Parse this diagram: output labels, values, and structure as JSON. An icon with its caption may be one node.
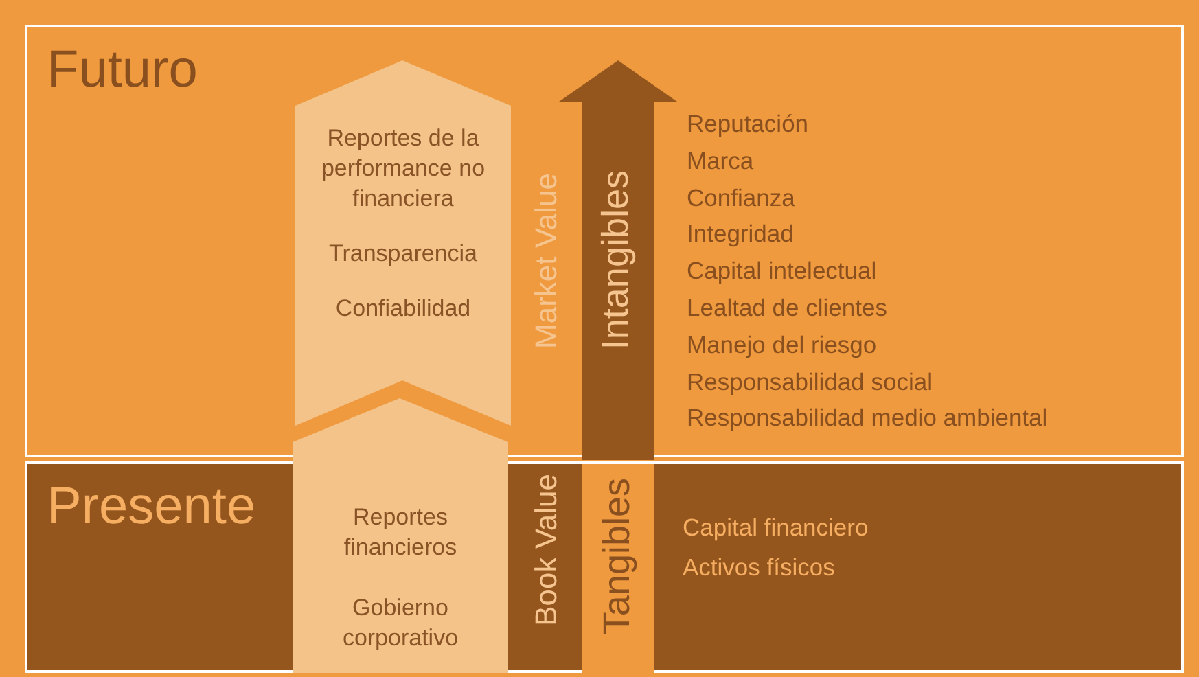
{
  "diagram": {
    "nodes": [
      {
        "text": [
          "Futuro"
        ]
      },
      {
        "text": [
          "Reportes de la performance no financiera",
          "Transparencia",
          "Confiabilidad"
        ],
        "in": 0
      },
      {
        "text": [
          "Intangibles"
        ],
        "in": 0
      },
      {
        "text": [
          "Presente"
        ]
      },
      {
        "text": [
          "Reportes financieros",
          "Gobierno corporativo"
        ]
      },
      {
        "text": [
          "Tangibles"
        ],
        "in": 3
      }
    ],
    "edges": [],
    "labels": [
      "Market Value",
      "Reputación",
      "Marca",
      "Confianza",
      "Integridad",
      "Capital intelectual",
      "Lealtad de clientes",
      "Manejo del riesgo",
      "Responsabilidad social",
      "Responsabilidad medio ambiental",
      "Book Value",
      "Capital financiero",
      "Activos físicos"
    ]
  }
}
